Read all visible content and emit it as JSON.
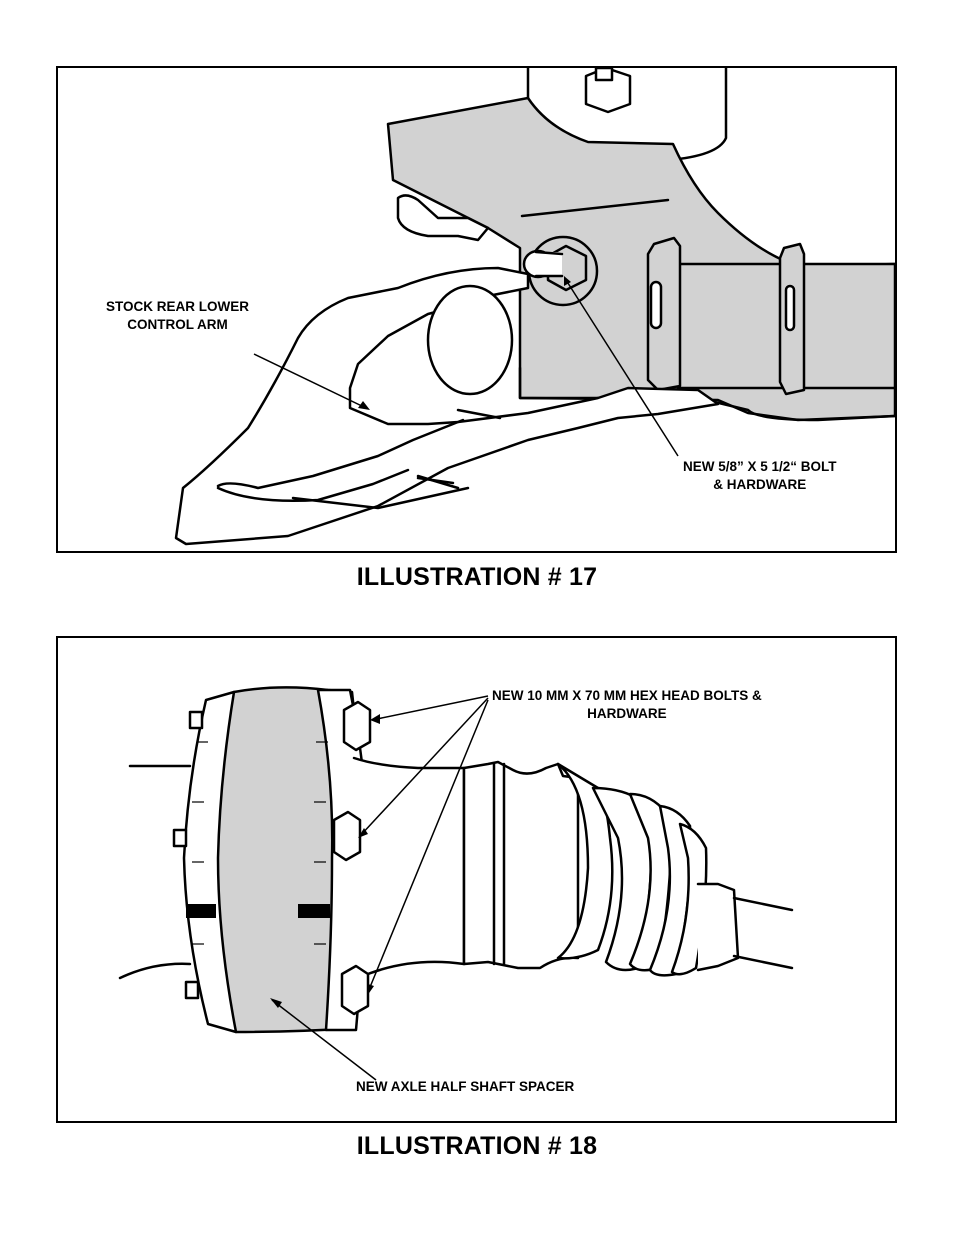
{
  "illustration_17": {
    "caption": "ILLUSTRATION # 17",
    "callouts": {
      "control_arm": [
        "STOCK REAR LOWER",
        "CONTROL ARM"
      ],
      "bolt": [
        "NEW 5/8” X 5 1/2“  BOLT",
        "& HARDWARE"
      ]
    }
  },
  "illustration_18": {
    "caption": "ILLUSTRATION # 18",
    "callouts": {
      "hex_bolts": [
        "NEW 10 MM X 70 MM HEX HEAD BOLTS &",
        "HARDWARE"
      ],
      "spacer": "NEW AXLE HALF SHAFT SPACER"
    }
  },
  "colors": {
    "part_fill": "#d2d2d2",
    "line": "#000000",
    "background": "#ffffff"
  }
}
